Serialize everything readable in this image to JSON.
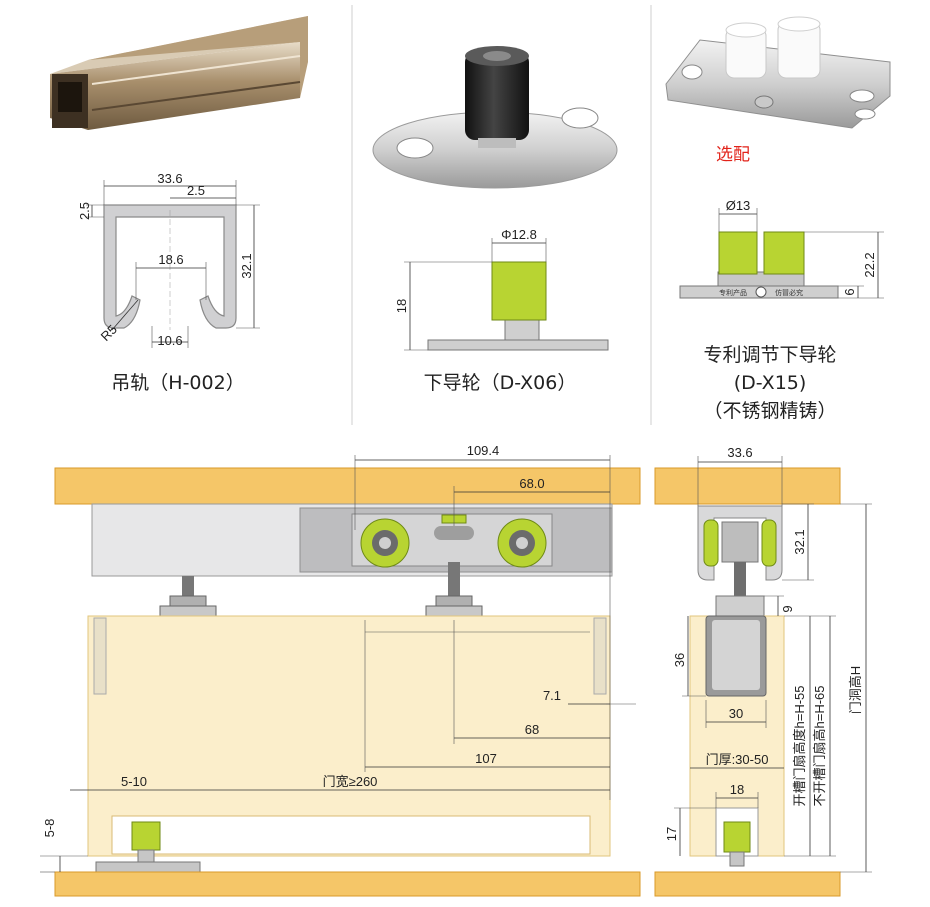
{
  "products": {
    "rail": {
      "caption": "吊轨（H-002）",
      "dims": {
        "width": "33.6",
        "lip": "2.5",
        "wall": "2.5",
        "height": "32.1",
        "inner": "18.6",
        "radius": "R5",
        "slot": "10.6"
      }
    },
    "guide": {
      "caption": "下导轮（D-X06）",
      "dims": {
        "dia": "Φ12.8",
        "height": "18"
      }
    },
    "patent": {
      "optional": "选配",
      "caption_line1": "专利调节下导轮",
      "caption_line2": "(D-X15)",
      "caption_line3": "（不锈钢精铸）",
      "dims": {
        "dia": "Ø13",
        "height": "22.2",
        "base": "6"
      },
      "plate_text_left": "专利产品",
      "plate_text_right": "仿冒必究"
    }
  },
  "front_view": {
    "dims": {
      "total": "109.4",
      "half": "68.0",
      "edge": "7.1",
      "offset68": "68",
      "offset107": "107",
      "door_width": "门宽≥260",
      "gap": "5-10",
      "floor_gap": "5-8"
    }
  },
  "side_view": {
    "dims": {
      "rail_width": "33.6",
      "rail_height": "32.1",
      "gap": "9",
      "block": "36",
      "block_width": "30",
      "thickness": "门厚:30-50",
      "groove": "18",
      "bottom": "17",
      "h_groove": "开槽门扇高度h=H-55",
      "h_nogroove": "不开槽门扇高h=H-65",
      "opening": "门洞高H"
    }
  },
  "colors": {
    "wood": "#f5c668",
    "wood_edge": "#d99a2a",
    "door": "#fbeecb",
    "accent": "#b8d432",
    "metal": "#c4c4c6",
    "optional_text": "#e2231a"
  }
}
